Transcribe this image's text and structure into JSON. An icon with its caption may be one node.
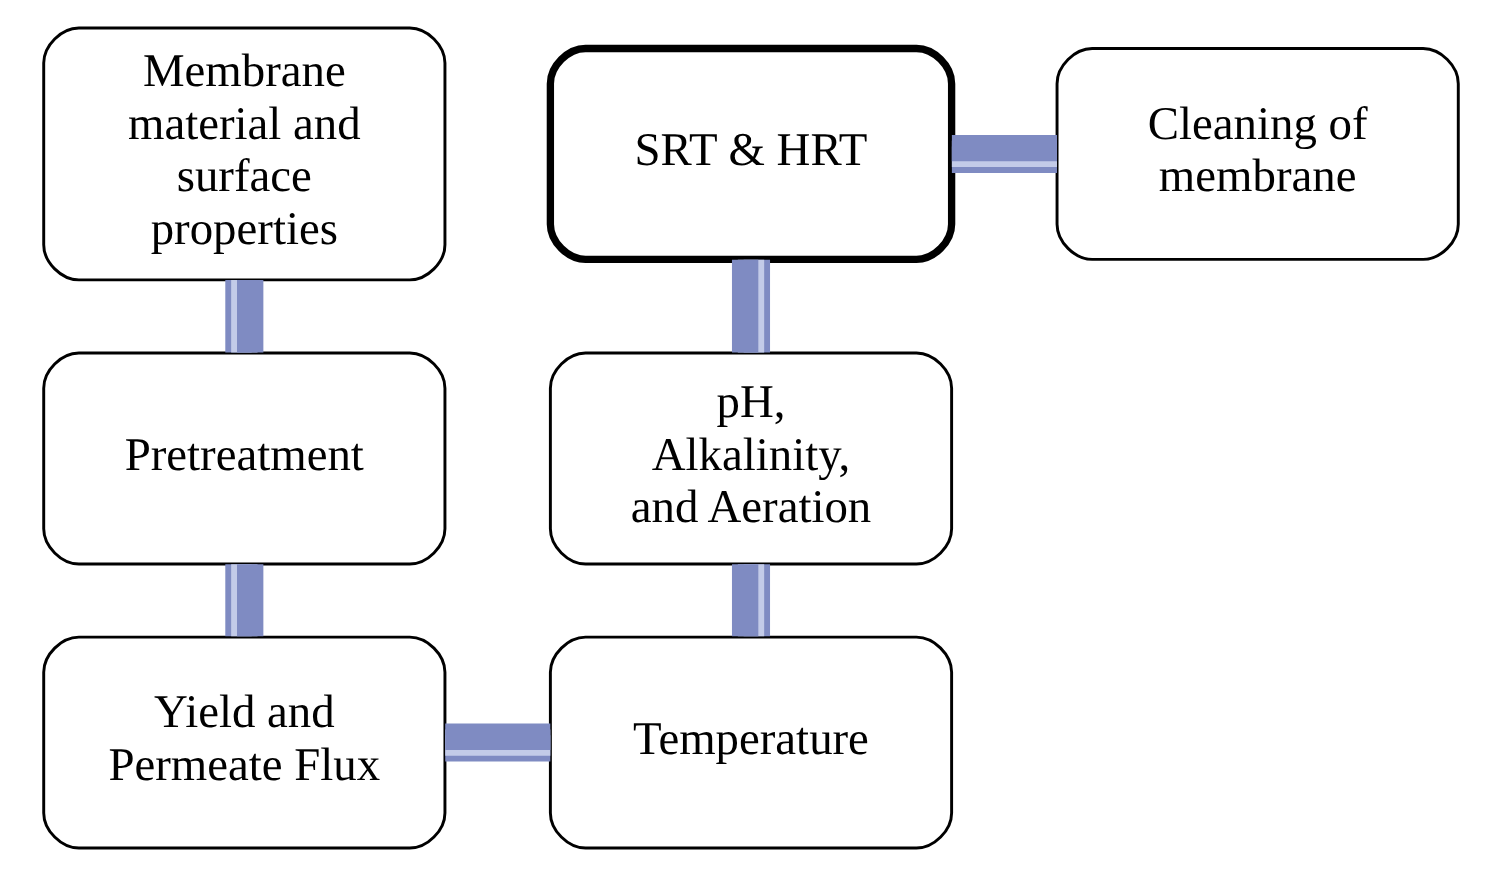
{
  "diagram": {
    "nodes": [
      {
        "text": [
          "Membrane material and surface properties"
        ]
      },
      {
        "text": [
          "Pretreatment"
        ]
      },
      {
        "text": [
          "Yield and Permeate Flux"
        ]
      },
      {
        "text": [
          "Temperature"
        ]
      },
      {
        "text": [
          "pH, Alkalinity, and Aeration"
        ]
      },
      {
        "text": [
          "SRT & HRT"
        ]
      },
      {
        "text": [
          "Cleaning of membrane"
        ]
      }
    ],
    "edges": [
      {
        "from": 0,
        "to": 1,
        "arrow": "none"
      },
      {
        "from": 1,
        "to": 2,
        "arrow": "none"
      },
      {
        "from": 2,
        "to": 3,
        "arrow": "none"
      },
      {
        "from": 3,
        "to": 4,
        "arrow": "none"
      },
      {
        "from": 4,
        "to": 5,
        "arrow": "none"
      },
      {
        "from": 5,
        "to": 6,
        "arrow": "none"
      }
    ]
  }
}
